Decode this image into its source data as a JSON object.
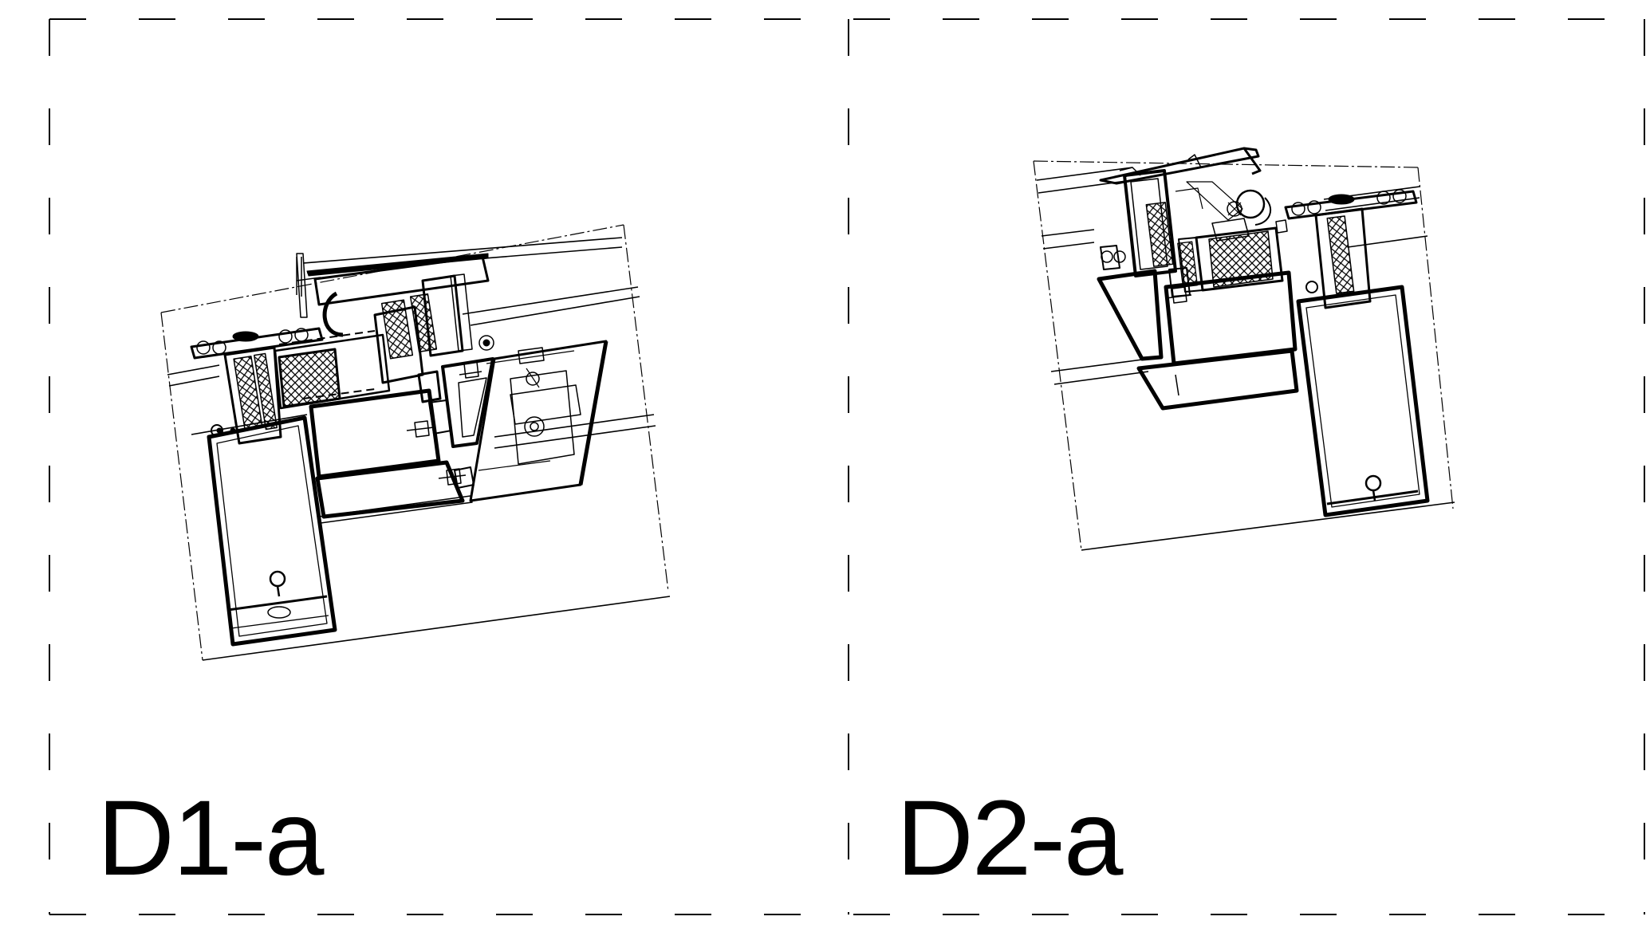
{
  "panels": [
    {
      "id": "D1-a",
      "label": "D1-a"
    },
    {
      "id": "D2-a",
      "label": "D2-a"
    }
  ],
  "colors": {
    "line": "#000000",
    "background": "#ffffff",
    "hatch": "#000000"
  }
}
